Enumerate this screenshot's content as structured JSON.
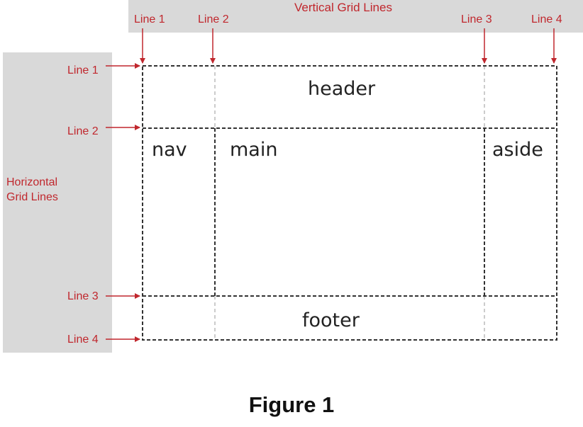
{
  "vertical": {
    "title": "Vertical Grid Lines",
    "lines": [
      "Line 1",
      "Line 2",
      "Line 3",
      "Line 4"
    ]
  },
  "horizontal": {
    "title_line1": "Horizontal",
    "title_line2": "Grid Lines",
    "lines": [
      "Line 1",
      "Line 2",
      "Line 3",
      "Line 4"
    ]
  },
  "areas": {
    "header": "header",
    "nav": "nav",
    "main": "main",
    "aside": "aside",
    "footer": "footer"
  },
  "caption": "Figure 1",
  "colors": {
    "label_red": "#c0272d",
    "band_gray": "#d9d9d9",
    "dark_line": "#333333",
    "light_line": "#bbbbbb"
  }
}
